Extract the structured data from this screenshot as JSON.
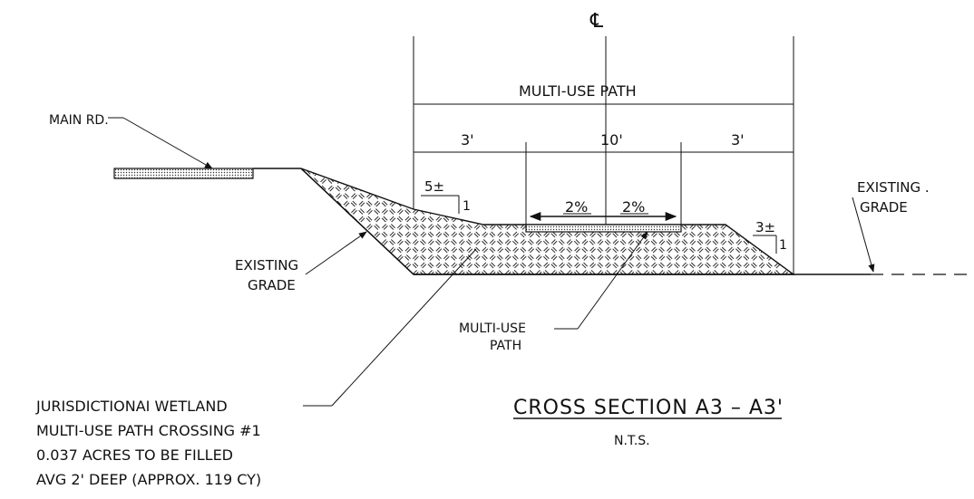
{
  "drawing": {
    "centerline_symbol": "℄",
    "dimensions": {
      "overall_label": "MULTI-USE PATH",
      "left_shoulder": "3'",
      "path_width": "10'",
      "right_shoulder": "3'"
    },
    "slopes": {
      "left_slope": "5±",
      "left_rise": "1",
      "right_slope": "3±",
      "right_rise": "1",
      "cross_slope_left": "2%",
      "cross_slope_right": "2%"
    },
    "callouts": {
      "main_road": "MAIN RD.",
      "existing_grade_left_1": "EXISTING",
      "existing_grade_left_2": "GRADE",
      "existing_grade_right_1": "EXISTING .",
      "existing_grade_right_2": "GRADE",
      "path_1": "MULTI-USE",
      "path_2": "PATH"
    },
    "wetland_note": [
      "JURISDICTIONAI WETLAND",
      "MULTI-USE PATH CROSSING #1",
      "0.037 ACRES TO BE FILLED",
      "AVG 2' DEEP (APPROX. 119 CY)"
    ],
    "title": "CROSS SECTION A3 – A3'",
    "scale_note": "N.T.S."
  }
}
